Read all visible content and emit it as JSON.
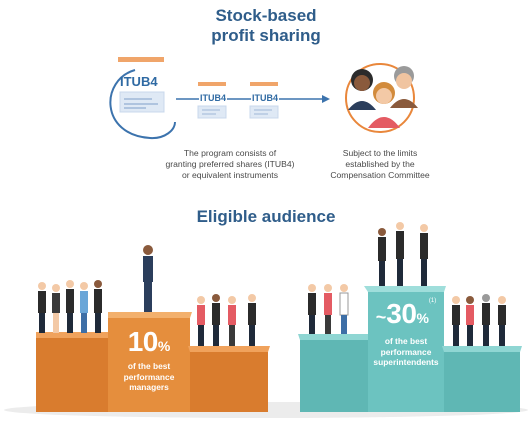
{
  "profit_sharing": {
    "title_line1": "Stock-based",
    "title_line2": "profit sharing",
    "ticker_main": "ITUB4",
    "ticker_mid1": "ITUB4",
    "ticker_mid2": "ITUB4",
    "caption_left": [
      "The program consists of",
      "granting preferred shares (ITUB4)",
      "or equivalent instruments"
    ],
    "caption_right": [
      "Subject to the limits",
      "established by the",
      "Compensation Committee"
    ]
  },
  "eligible": {
    "title": "Eligible audience",
    "managers": {
      "percent_value": "10",
      "percent_sign": "%",
      "label": [
        "of the best",
        "performance",
        "managers"
      ],
      "value": 10
    },
    "superintendents": {
      "percent_prefix": "~",
      "percent_value": "30",
      "percent_sign": "%",
      "footnote": "(1)",
      "label": [
        "of the best",
        "performance",
        "superintendents"
      ],
      "value": 30
    }
  },
  "colors": {
    "title_blue": "#2f5d8a",
    "orange_podium": "#e08a3c",
    "teal_podium": "#6cc3c0",
    "arrow_blue": "#3c73ad"
  }
}
